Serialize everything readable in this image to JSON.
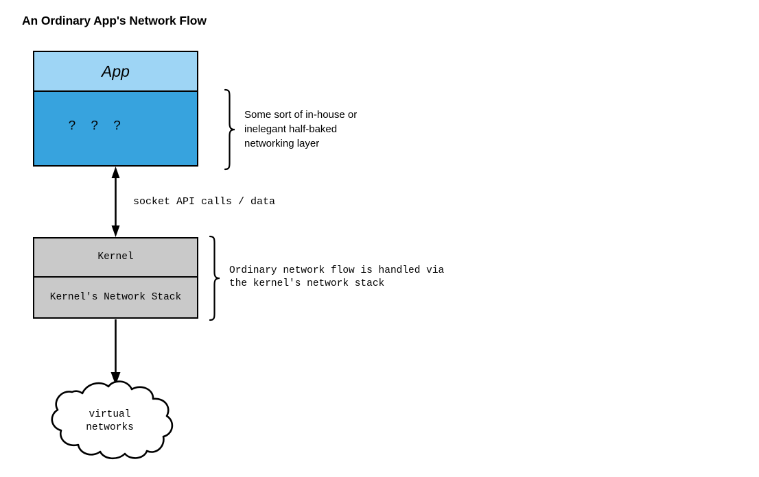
{
  "title": "An Ordinary App's Network Flow",
  "colors": {
    "app_top_fill": "#9ed5f5",
    "app_bottom_fill": "#37a3de",
    "kernel_fill": "#c9c9c9",
    "stroke": "#000000",
    "background": "#ffffff"
  },
  "app_stack": {
    "top_label": "App",
    "bottom_label": "?  ?  ?"
  },
  "kernel_stack": {
    "top_label": "Kernel",
    "bottom_label": "Kernel's Network Stack"
  },
  "annotations": {
    "app_brace_note": "Some sort of in-house or\ninelegant half-baked\nnetworking layer",
    "kernel_brace_note": "Ordinary network flow is handled via\nthe kernel's network stack"
  },
  "edges": {
    "socket_label": "socket API calls / data"
  },
  "cloud": {
    "label": "virtual\nnetworks"
  },
  "icons": {
    "app_brace": "curly-brace-icon",
    "kernel_brace": "curly-brace-icon",
    "socket_arrow": "double-arrow-vertical-icon",
    "cloud_arrow": "arrow-down-icon",
    "cloud_shape": "cloud-icon"
  }
}
